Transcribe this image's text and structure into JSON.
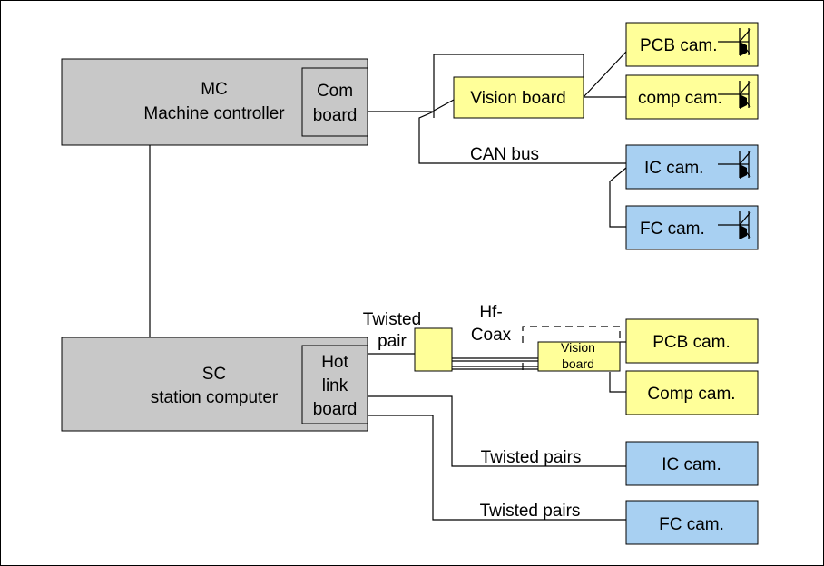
{
  "colors": {
    "controller_fill": "#c8c8c8",
    "board_fill": "#c8c8c8",
    "yellow_fill": "#ffff99",
    "blue_fill": "#a8d0f2",
    "line": "#000000"
  },
  "mc": {
    "line1": "MC",
    "line2": "Machine controller"
  },
  "com_board": {
    "line1": "Com",
    "line2": "board"
  },
  "vision_board_top": {
    "label": "Vision board"
  },
  "top_cameras": {
    "pcb": "PCB cam.",
    "comp": "comp cam.",
    "ic": "IC cam.",
    "fc": "FC cam."
  },
  "can_bus": {
    "label": "CAN bus"
  },
  "sc": {
    "line1": "SC",
    "line2": "station computer"
  },
  "hotlink_board": {
    "line1": "Hot",
    "line2": "link",
    "line3": "board"
  },
  "twisted_pair": {
    "line1": "Twisted",
    "line2": "pair"
  },
  "hf_coax": {
    "line1": "Hf-",
    "line2": "Coax"
  },
  "vision_board_bottom": {
    "line1": "Vision",
    "line2": "board"
  },
  "bottom_cameras": {
    "pcb": "PCB cam.",
    "comp": "Comp cam.",
    "ic": "IC cam.",
    "fc": "FC cam."
  },
  "twisted_pairs_ic": {
    "label": "Twisted pairs"
  },
  "twisted_pairs_fc": {
    "label": "Twisted pairs"
  },
  "icons": {
    "camera_symbol": "camera-diode-icon"
  }
}
